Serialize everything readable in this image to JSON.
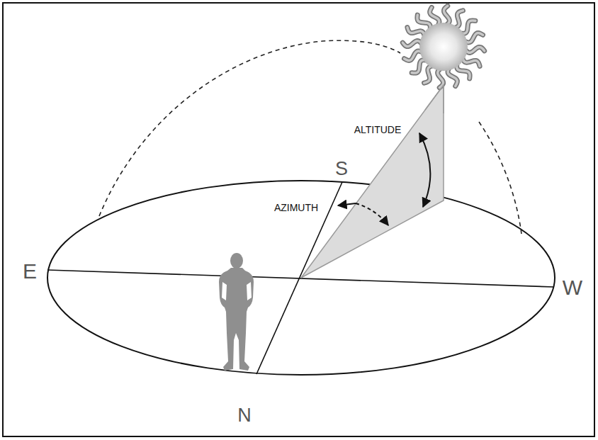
{
  "diagram": {
    "labels": [
      "S",
      "E",
      "W",
      "N",
      "ALTITUDE",
      "AZIMUTH"
    ]
  }
}
